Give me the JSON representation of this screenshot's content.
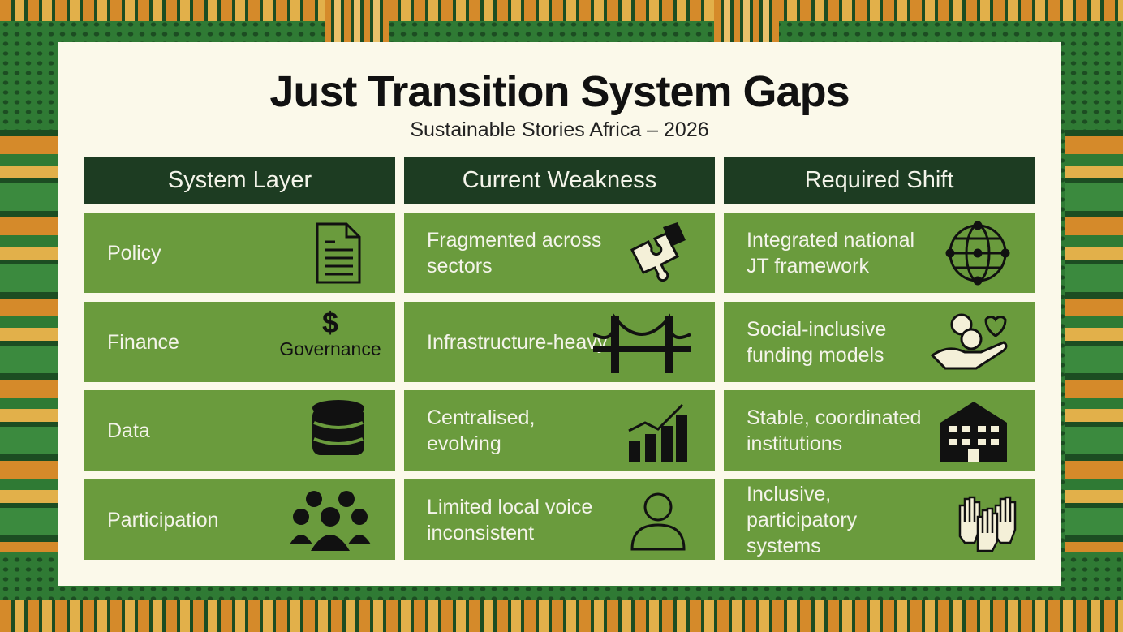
{
  "title": "Just Transition System Gaps",
  "subtitle": "Sustainable Stories Africa – 2026",
  "headers": [
    "System Layer",
    "Current Weakness",
    "Required Shift"
  ],
  "rows": [
    {
      "layer": "Policy",
      "weakness": "Fragmented across sectors",
      "shift": "Integrated national JT framework",
      "icons": [
        "document-icon",
        "puzzle-icon",
        "globe-network-icon"
      ]
    },
    {
      "layer": "Finance",
      "weakness": "Infrastructure-heavy",
      "shift": "Social-inclusive funding models",
      "icons": [
        "governance-dollar-icon",
        "bridge-icon",
        "hand-coins-heart-icon"
      ],
      "layer_icon_label": "Governance"
    },
    {
      "layer": "Data",
      "weakness": "Centralised, evolving",
      "shift": "Stable, coordinated institutions",
      "icons": [
        "database-icon",
        "chart-icon",
        "building-icon"
      ]
    },
    {
      "layer": "Participation",
      "weakness": "Limited local voice inconsistent",
      "shift": "Inclusive, participatory systems",
      "icons": [
        "people-group-icon",
        "person-icon",
        "raised-hands-icon"
      ]
    }
  ],
  "colors": {
    "header": "#1d3c22",
    "cell": "#6a9b3d",
    "panel": "#fbf9ea",
    "background": "#2f7a34"
  }
}
